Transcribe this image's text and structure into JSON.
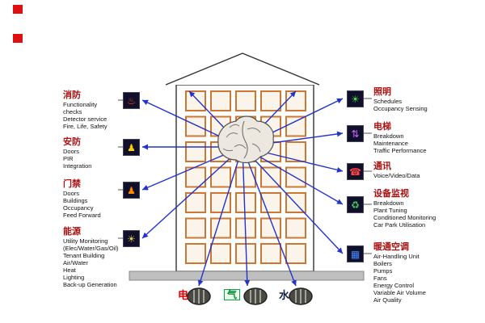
{
  "colors": {
    "arrow": "#2233cc",
    "window_stroke": "#cc7733",
    "heading": "#aa1111",
    "bullet": "#dd1111",
    "building_stroke": "#333333"
  },
  "left_systems": [
    {
      "heading": "消防",
      "icon": {
        "name": "fire-icon",
        "glyph": "♨",
        "color": "#ff4422"
      },
      "items": [
        "Functionality",
        "checks",
        "Detector service",
        "Fire, Life, Safety"
      ]
    },
    {
      "heading": "安防",
      "icon": {
        "name": "security-icon",
        "glyph": "♟",
        "color": "#ffcc00"
      },
      "items": [
        "Doors",
        "PIR",
        "Integration"
      ]
    },
    {
      "heading": "门禁",
      "icon": {
        "name": "access-icon",
        "glyph": "♟",
        "color": "#ff8800"
      },
      "items": [
        "Doors",
        "Buildings",
        "Occupancy",
        "Feed Forward"
      ]
    },
    {
      "heading": "能源",
      "icon": {
        "name": "energy-icon",
        "glyph": "☀",
        "color": "#ddcc44"
      },
      "items": [
        "Utility Monitoring",
        "(Elec/Water/Gas/Oil)",
        "Tenant Building",
        "Air/Water",
        "Heat",
        "Lighting",
        "Back-up Generation"
      ]
    }
  ],
  "right_systems": [
    {
      "heading": "照明",
      "icon": {
        "name": "lighting-icon",
        "glyph": "☀",
        "color": "#44dd44"
      },
      "items": [
        "Schedules",
        "Occupancy Sensing"
      ]
    },
    {
      "heading": "电梯",
      "icon": {
        "name": "elevator-icon",
        "glyph": "⇅",
        "color": "#cc66ff"
      },
      "items": [
        "Breakdown",
        "Maintenance",
        "Traffic Performance"
      ]
    },
    {
      "heading": "通讯",
      "icon": {
        "name": "comms-icon",
        "glyph": "☎",
        "color": "#ff4444"
      },
      "items": [
        "Voice/Video/Data"
      ]
    },
    {
      "heading": "设备监视",
      "icon": {
        "name": "equipment-icon",
        "glyph": "♻",
        "color": "#44cc66"
      },
      "items": [
        "Breakdown",
        "Plant Tuning",
        "Conditioned Monitoring",
        "Car Park Utilisation"
      ]
    },
    {
      "heading": "暖通空调",
      "icon": {
        "name": "hvac-icon",
        "glyph": "▦",
        "color": "#4488ff"
      },
      "items": [
        "Air-Handling Unit",
        "Boilers",
        "Pumps",
        "Fans",
        "Energy Control",
        "Variable Air Volume",
        "Air Quality"
      ]
    }
  ],
  "meters": [
    {
      "label": "电",
      "color": "#dd0000"
    },
    {
      "label": "气",
      "color": "#008833"
    },
    {
      "label": "水",
      "color": "#112244"
    }
  ]
}
